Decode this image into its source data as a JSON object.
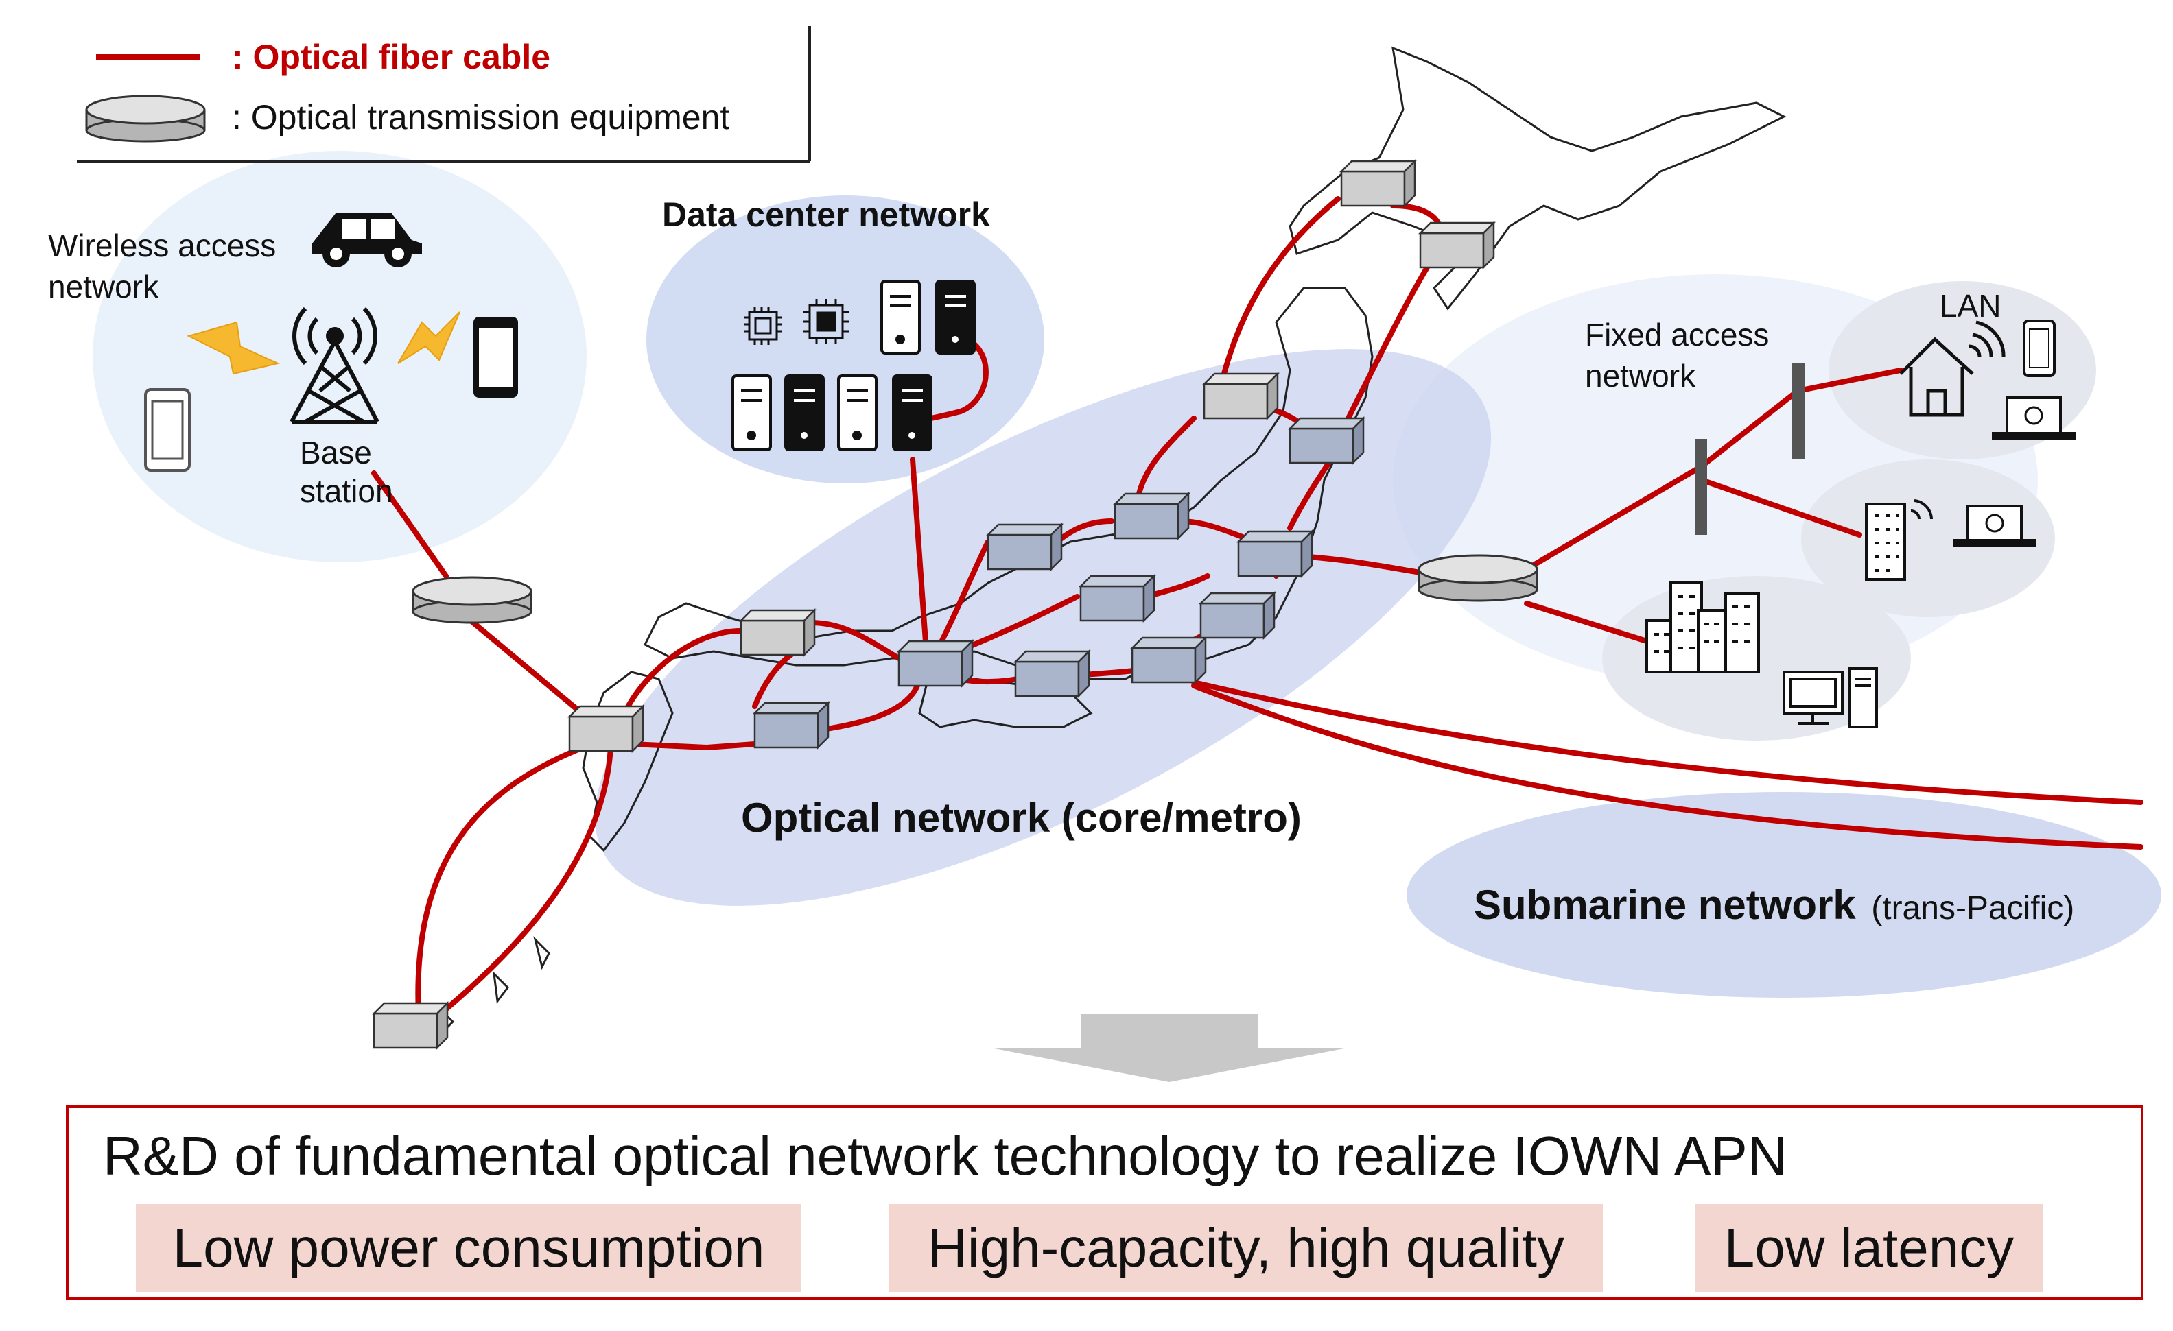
{
  "legend": {
    "cable_label": ": Optical fiber cable",
    "equipment_label": ": Optical transmission equipment",
    "cable_color": "#c00000"
  },
  "regions": {
    "wireless_access": "Wireless access network",
    "wireless_access_line1": "Wireless access",
    "wireless_access_line2": "network",
    "base_station_line1": "Base",
    "base_station_line2": "station",
    "data_center": "Data center network",
    "fixed_access_line1": "Fixed access",
    "fixed_access_line2": "network",
    "lan": "LAN",
    "optical_network": "Optical network (core/metro)",
    "submarine_bold": "Submarine network",
    "submarine_note": "(trans-Pacific)"
  },
  "footer": {
    "title": "R&D of fundamental optical network technology to realize IOWN APN",
    "tags": [
      "Low power consumption",
      "High-capacity, high quality",
      "Low latency"
    ]
  },
  "colors": {
    "fiber_red": "#c00000",
    "ellipse_blue": "#c9d3ef",
    "cloud_light": "#e9f1fb",
    "tag_pink": "#f4d6d0",
    "box_blue": "#aab5cc",
    "box_gray": "#cfcfcf"
  }
}
